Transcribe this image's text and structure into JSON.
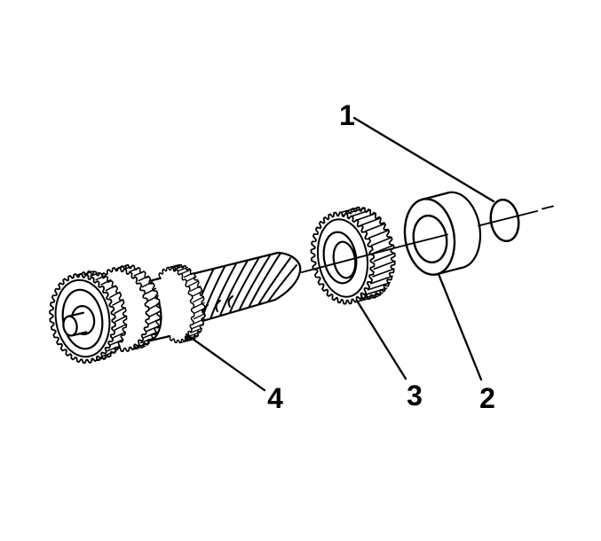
{
  "figure": {
    "background_color": "#ffffff",
    "line_color": "#000000",
    "callouts": [
      {
        "text": "1",
        "part": "thrust-washer"
      },
      {
        "text": "2",
        "part": "bearing-spacer"
      },
      {
        "text": "3",
        "part": "helical-gear"
      },
      {
        "text": "4",
        "part": "countershaft-gear-cluster"
      }
    ]
  }
}
